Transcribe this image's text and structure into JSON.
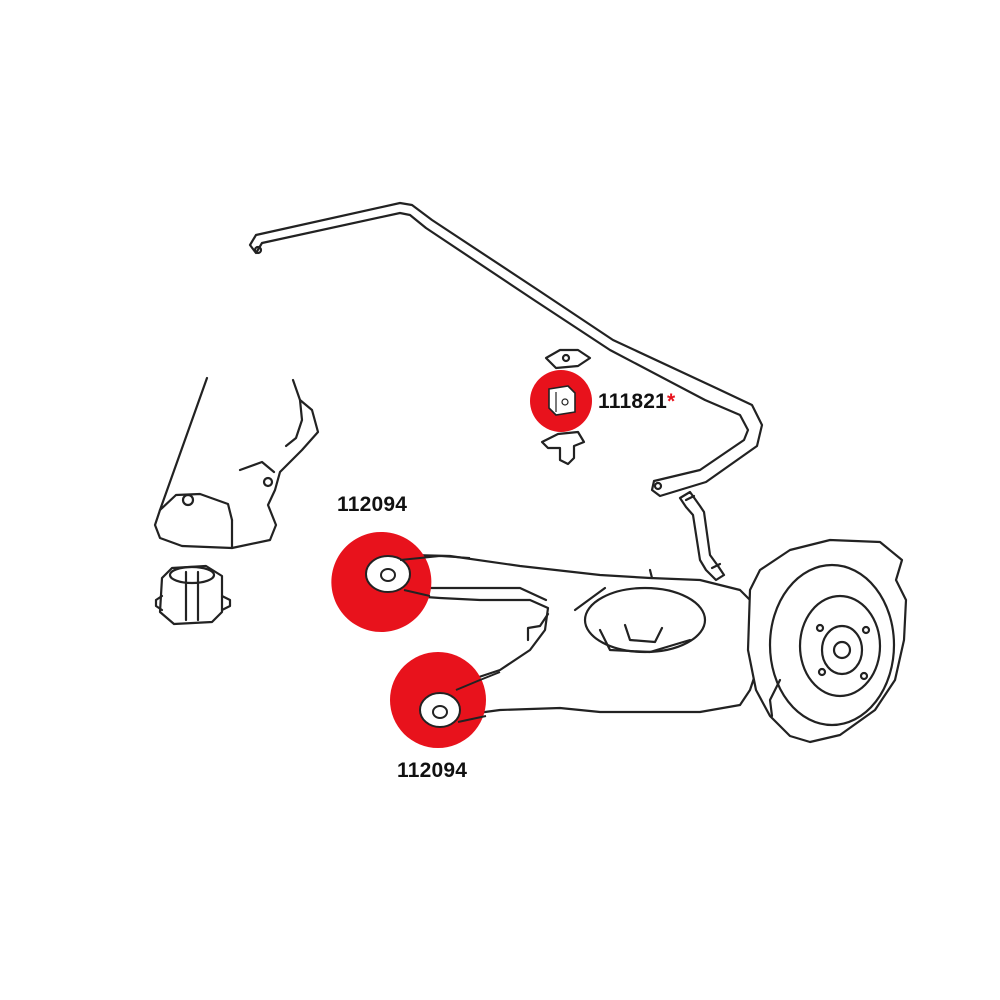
{
  "diagram": {
    "accent_color": "#e8121c",
    "line_color": "#222222",
    "parts": [
      {
        "part_number": "111821",
        "note_mark": "*",
        "component": "sway-bar-bushing"
      },
      {
        "part_number": "112094",
        "component": "control-arm-bushing-upper"
      },
      {
        "part_number": "112094",
        "component": "control-arm-bushing-lower"
      }
    ]
  }
}
